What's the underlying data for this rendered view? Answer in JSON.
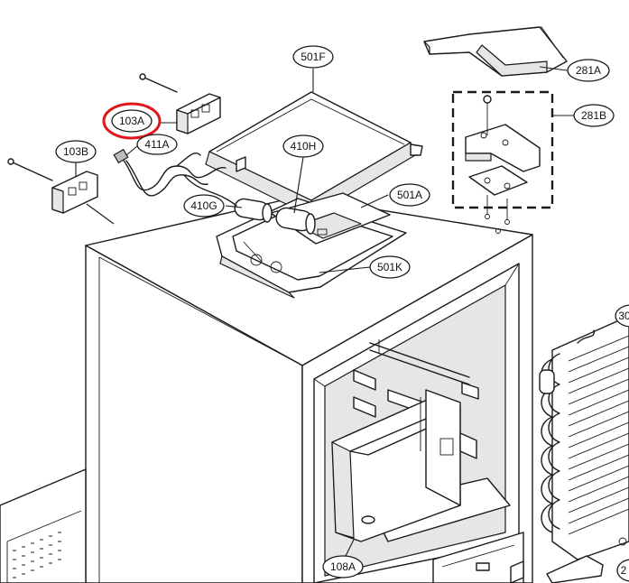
{
  "colors": {
    "line": "#1a1a1a",
    "highlight": "#e0161b",
    "background": "#ffffff"
  },
  "callouts": {
    "c501F": "501F",
    "c281A": "281A",
    "c281B": "281B",
    "c103A": "103A",
    "c411A": "411A",
    "c103B": "103B",
    "c410H": "410H",
    "c410G": "410G",
    "c501A": "501A",
    "c501K": "501K",
    "c108A": "108A",
    "c30": "30",
    "c2": "2"
  },
  "highlighted_callout": "103A"
}
